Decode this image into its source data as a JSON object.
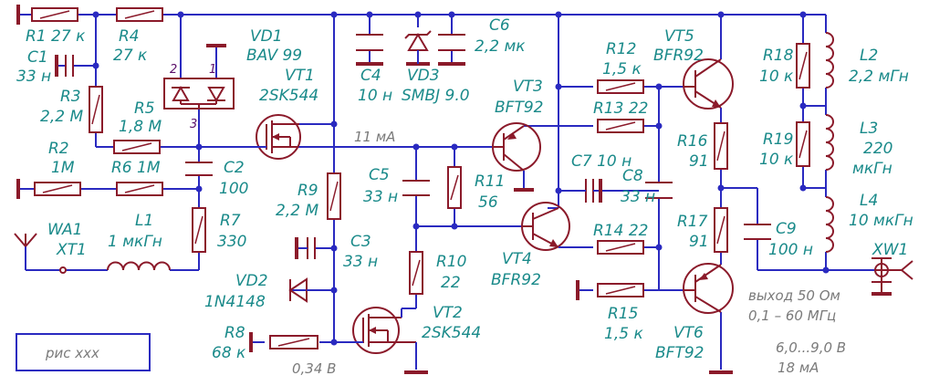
{
  "labels": {
    "r1": "R1 27 к",
    "r4_name": "R4",
    "r4_val": "27 к",
    "c1_name": "C1",
    "c1_val": "33 н",
    "r3_name": "R3",
    "r3_val": "2,2 М",
    "r5_name": "R5",
    "r5_val": "1,8 М",
    "r2_name": "R2",
    "r2_val": "1M",
    "r6": "R6  1M",
    "c2_name": "C2",
    "c2_val": "100",
    "r7_name": "R7",
    "r7_val": "330",
    "wa1_name": "WA1",
    "wa1_val": "XT1",
    "l1_name": "L1",
    "l1_val": "1 мкГн",
    "vd1_name": "VD1",
    "vd1_val": "BAV 99",
    "vt1_name": "VT1",
    "vt1_val": "2SK544",
    "c4_name": "C4",
    "c4_val": "10 н",
    "vd3_name": "VD3",
    "vd3_val": "SMBJ 9.0",
    "c6_name": "C6",
    "c6_val": "2,2 мк",
    "r9_name": "R9",
    "r9_val": "2,2 М",
    "c3_name": "C3",
    "c3_val": "33 н",
    "vd2_name": "VD2",
    "vd2_val": "1N4148",
    "r8_name": "R8",
    "r8_val": "68 к",
    "c5_name": "C5",
    "c5_val": "33 н",
    "r11_name": "R11",
    "r11_val": "56",
    "r10_name": "R10",
    "r10_val": "22",
    "vt2_name": "VT2",
    "vt2_val": "2SK544",
    "vt3_name": "VT3",
    "vt3_val": "BFT92",
    "vt4_name": "VT4",
    "vt4_val": "BFR92",
    "r12_name": "R12",
    "r12_val": "1,5 к",
    "r13": "R13  22",
    "c7": "C7  10 н",
    "c8_name": "C8",
    "c8_val": "33 н",
    "r14": "R14  22",
    "r15_name": "R15",
    "r15_val": "1,5 к",
    "vt5_name": "VT5",
    "vt5_val": "BFR92",
    "vt6_name": "VT6",
    "vt6_val": "BFT92",
    "r16_name": "R16",
    "r16_val": "91",
    "r17_name": "R17",
    "r17_val": "91",
    "c9_name": "C9",
    "c9_val": "100 н",
    "r18_name": "R18",
    "r18_val": "10 к",
    "r19_name": "R19",
    "r19_val": "10 к",
    "l2_name": "L2",
    "l2_val": "2,2 мГн",
    "l3_name": "L3",
    "l3_val1": "220",
    "l3_val2": "мкГн",
    "l4_name": "L4",
    "l4_val": "10 мкГн",
    "xw1": "XW1",
    "pin1": "1",
    "pin2": "2",
    "pin3": "3"
  },
  "notes": {
    "current_vt1": "11 мА",
    "voltage_vt2": "0,34 В",
    "output": "выход 50 Ом",
    "freq": "0,1 – 60 МГц",
    "supply_v": "6,0...9,0 В",
    "supply_i": "18 мА",
    "caption": "рис xxx"
  },
  "colors": {
    "wire": "#2a2ac0",
    "component": "#8b1a2a",
    "label": "#1a8a8a",
    "note": "#7a7a7a"
  }
}
